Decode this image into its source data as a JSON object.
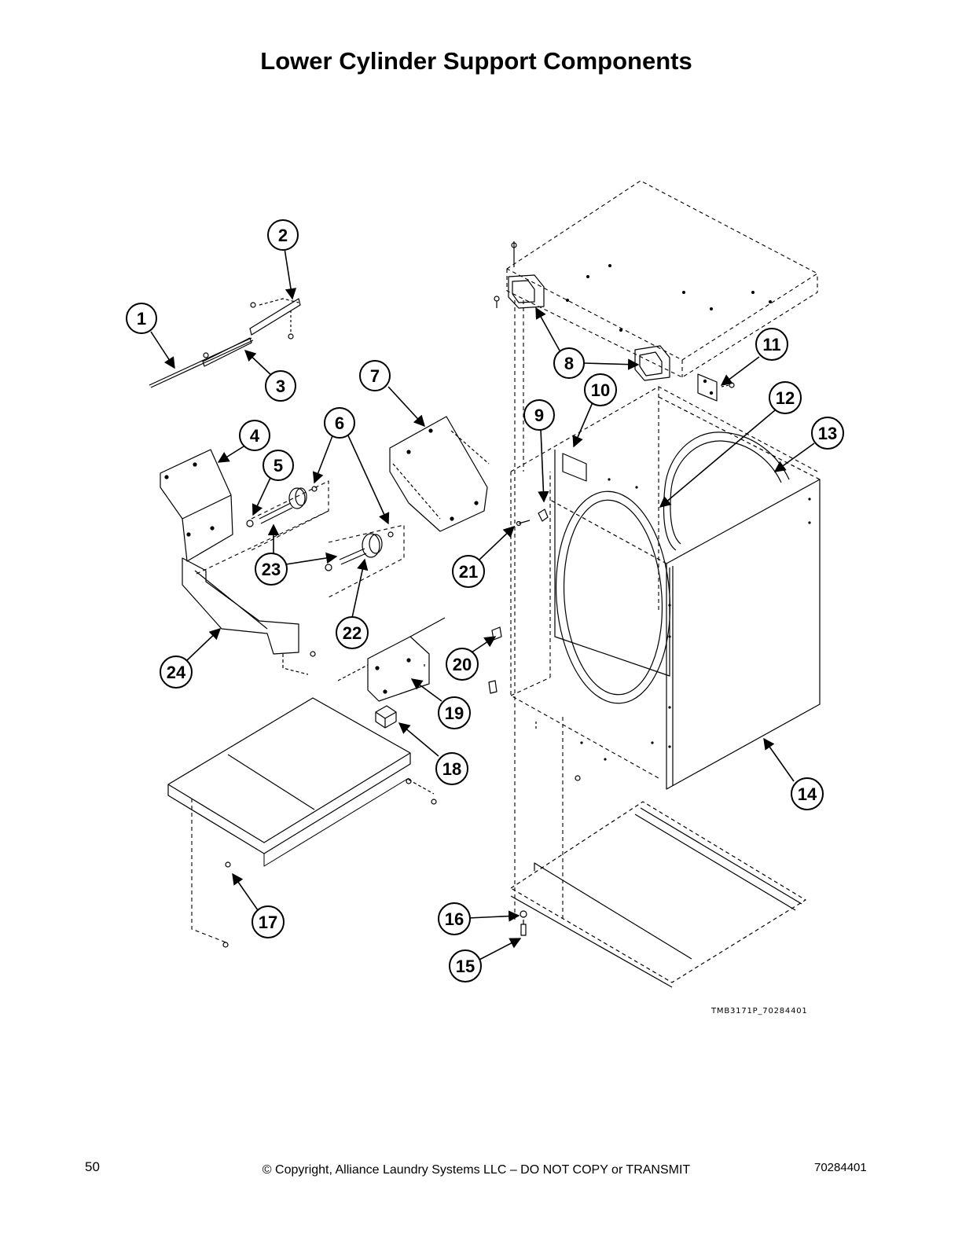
{
  "page": {
    "title": "Lower Cylinder Support Components",
    "figure_id": "TMB3171P_70284401",
    "page_number": "50",
    "copyright": "© Copyright, Alliance Laundry Systems LLC – DO NOT COPY or TRANSMIT",
    "doc_number": "70284401"
  },
  "callouts": [
    "1",
    "2",
    "3",
    "4",
    "5",
    "6",
    "7",
    "8",
    "9",
    "10",
    "11",
    "12",
    "13",
    "14",
    "15",
    "16",
    "17",
    "18",
    "19",
    "20",
    "21",
    "22",
    "23",
    "24"
  ]
}
